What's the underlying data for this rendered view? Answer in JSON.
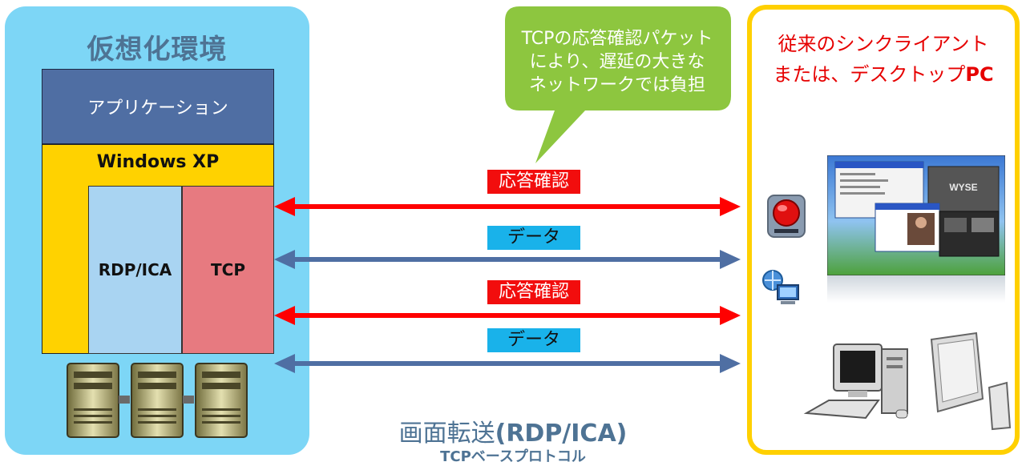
{
  "virtualization": {
    "title": "仮想化環境",
    "app_layer": "アプリケーション",
    "os_layer": "Windows XP",
    "protocol_layer": "RDP/ICA",
    "transport_layer": "TCP"
  },
  "callout": {
    "lines": [
      "TCPの応答確認パケット",
      "により、遅延の大きな",
      "ネットワークでは負担"
    ]
  },
  "flows": [
    {
      "label": "応答確認",
      "direction": "both",
      "color": "#ff0000"
    },
    {
      "label": "データ",
      "direction": "both",
      "color": "#4f6fa3"
    },
    {
      "label": "応答確認",
      "direction": "both",
      "color": "#ff0000"
    },
    {
      "label": "データ",
      "direction": "both",
      "color": "#4f6fa3"
    }
  ],
  "client": {
    "title_line1": "従来のシンクライアント",
    "title_line2_prefix": "または、デスクトップ",
    "title_line2_pc": "PC",
    "screen_brand": "WYSE"
  },
  "caption": {
    "prefix": "画面転送",
    "protocol": "(RDP/ICA)",
    "sub": "TCPベースプロトコル"
  },
  "icons": [
    "server-rack-icon",
    "red-button-icon",
    "network-computer-icon",
    "desktop-pc-icon",
    "thin-client-icon",
    "desktop-screenshot-icon"
  ]
}
